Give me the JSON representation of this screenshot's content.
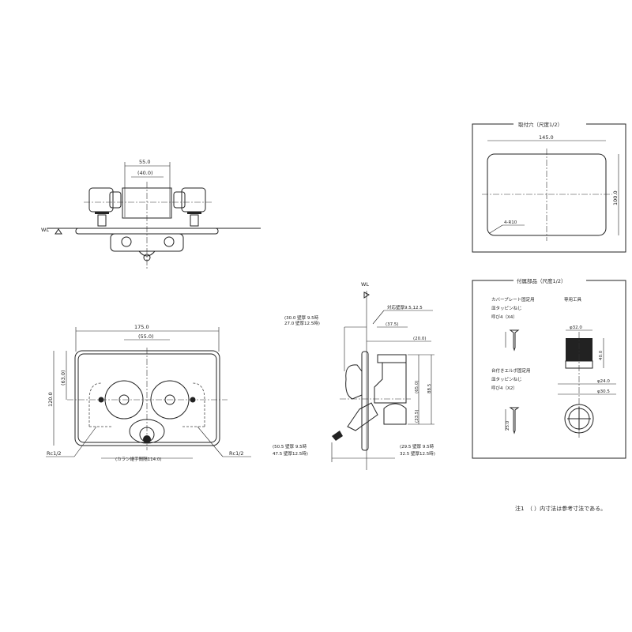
{
  "top_view": {
    "dim_outer": "55.0",
    "dim_inner": "(40.0)",
    "wl": "WL"
  },
  "front_view": {
    "width": "175.0",
    "center_spacing": "(55.0)",
    "height_upper": "(63.0)",
    "height": "120.0",
    "rc_left": "Rc1/2",
    "rc_right": "Rc1/2",
    "faucet_spacing": "(カラン継手間隔114.0)"
  },
  "side_view": {
    "wl": "WL",
    "wall_note": "対応壁厚9.5,12.5",
    "top_left_1": "(30.0 壁厚 9.5時",
    "top_left_2": "27.0 壁厚12.5時)",
    "dim_37": "(37.5)",
    "dim_20": "(20.0)",
    "dim_65": "(65.0)",
    "dim_88": "88.5",
    "dim_33": "(33.5)",
    "bottom_left_1": "(50.5 壁厚 9.5時",
    "bottom_left_2": "47.5 壁厚12.5時)",
    "bottom_right_1": "(29.5 壁厚 9.5時",
    "bottom_right_2": "32.5 壁厚12.5時)"
  },
  "mounting_hole": {
    "title": "取付穴（尺度1/2）",
    "width": "145.0",
    "height": "100.0",
    "radius": "4-R10"
  },
  "accessories": {
    "title": "付属部品（尺度1/2）",
    "screw1_line1": "カバープレート固定用",
    "screw1_line2": "皿タッピンねじ",
    "screw1_line3": "呼び4（X4）",
    "screw2_line1": "台付きエルボ固定用",
    "screw2_line2": "皿タッピンねじ",
    "screw2_line3": "呼び4（X2）",
    "screw2_length": "25.0",
    "tool_title": "専用工具",
    "tool_dia_top": "φ32.0",
    "tool_height": "40.0",
    "tool_dia_inner": "φ24.0",
    "tool_dia_outer": "φ30.5"
  },
  "note": "注1　（ ）内寸法は参考寸法である。"
}
